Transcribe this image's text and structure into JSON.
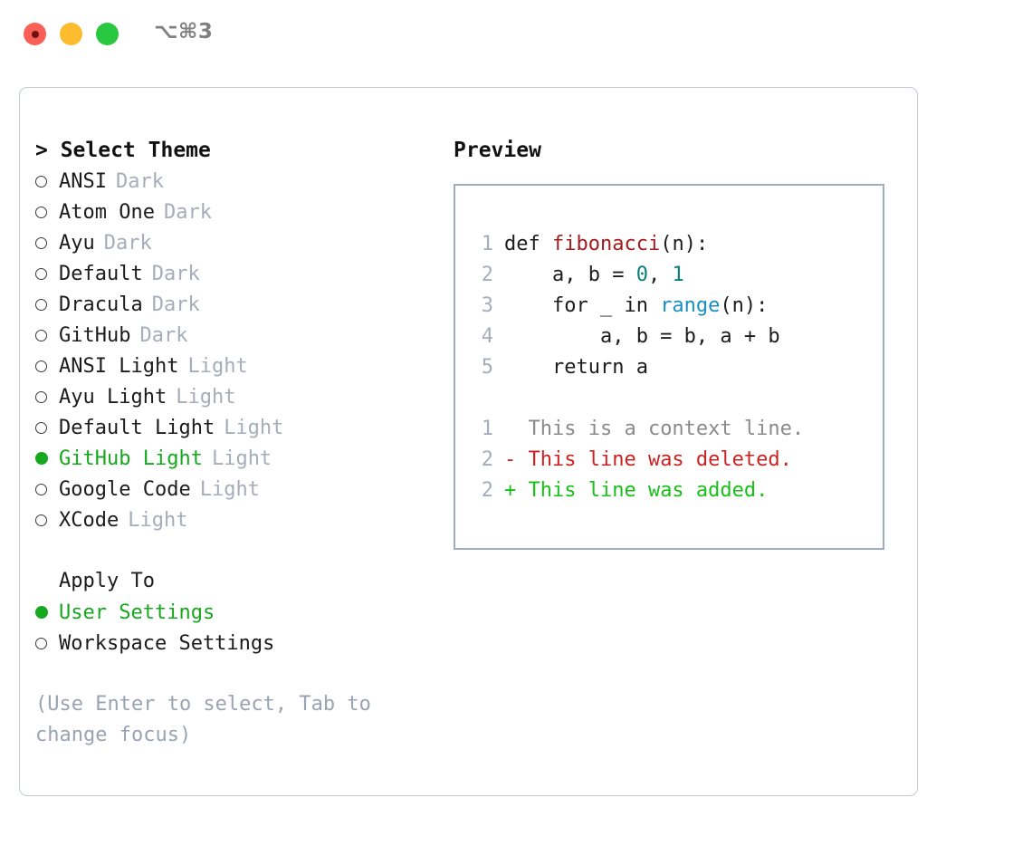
{
  "titlebar": {
    "shortcut": "⌥⌘3",
    "lights": [
      {
        "name": "close",
        "color": "#fa5f57"
      },
      {
        "name": "minimize",
        "color": "#fdbc2e"
      },
      {
        "name": "maximize",
        "color": "#28c840"
      }
    ]
  },
  "theme_list": {
    "header": "> Select Theme",
    "items": [
      {
        "label": "ANSI",
        "tag": "Dark",
        "selected": false
      },
      {
        "label": "Atom One",
        "tag": "Dark",
        "selected": false
      },
      {
        "label": "Ayu",
        "tag": "Dark",
        "selected": false
      },
      {
        "label": "Default",
        "tag": "Dark",
        "selected": false
      },
      {
        "label": "Dracula",
        "tag": "Dark",
        "selected": false
      },
      {
        "label": "GitHub",
        "tag": "Dark",
        "selected": false
      },
      {
        "label": "ANSI Light",
        "tag": "Light",
        "selected": false
      },
      {
        "label": "Ayu Light",
        "tag": "Light",
        "selected": false
      },
      {
        "label": "Default Light",
        "tag": "Light",
        "selected": false
      },
      {
        "label": "GitHub Light",
        "tag": "Light",
        "selected": true
      },
      {
        "label": "Google Code",
        "tag": "Light",
        "selected": false
      },
      {
        "label": "XCode",
        "tag": "Light",
        "selected": false
      }
    ]
  },
  "apply_to": {
    "header": "Apply To",
    "items": [
      {
        "label": "User Settings",
        "selected": true
      },
      {
        "label": "Workspace Settings",
        "selected": false
      }
    ]
  },
  "hint": "(Use Enter to select, Tab to change focus)",
  "preview": {
    "title": "Preview",
    "code_lines": [
      {
        "no": "1",
        "tokens": [
          {
            "t": "def ",
            "c": "plain"
          },
          {
            "t": "fibonacci",
            "c": "fn"
          },
          {
            "t": "(n):",
            "c": "plain"
          }
        ]
      },
      {
        "no": "2",
        "tokens": [
          {
            "t": "    a, b = ",
            "c": "plain"
          },
          {
            "t": "0",
            "c": "num"
          },
          {
            "t": ", ",
            "c": "plain"
          },
          {
            "t": "1",
            "c": "num"
          }
        ]
      },
      {
        "no": "3",
        "tokens": [
          {
            "t": "    for _ in ",
            "c": "plain"
          },
          {
            "t": "range",
            "c": "call"
          },
          {
            "t": "(n):",
            "c": "plain"
          }
        ]
      },
      {
        "no": "4",
        "tokens": [
          {
            "t": "        a, b = b, a + b",
            "c": "plain"
          }
        ]
      },
      {
        "no": "5",
        "tokens": [
          {
            "t": "    return a",
            "c": "plain"
          }
        ]
      }
    ],
    "diff_lines": [
      {
        "no": "1",
        "marker": " ",
        "text": " This is a context line.",
        "kind": "ctx"
      },
      {
        "no": "2",
        "marker": "-",
        "text": " This line was deleted.",
        "kind": "del"
      },
      {
        "no": "2",
        "marker": "+",
        "text": " This line was added.",
        "kind": "add"
      }
    ]
  },
  "colors": {
    "accent_green": "#16a81e",
    "tag_gray": "#a5adbb",
    "hint_gray": "#9aa3b2",
    "border": "#c3c9d4",
    "preview_border": "#a3acbb",
    "fn_red": "#a01b1b",
    "num_teal": "#0a7f7a",
    "call_blue": "#1a8fc4",
    "diff_del": "#cc2222",
    "diff_add": "#18c018",
    "diff_ctx": "#8a8a8a"
  }
}
